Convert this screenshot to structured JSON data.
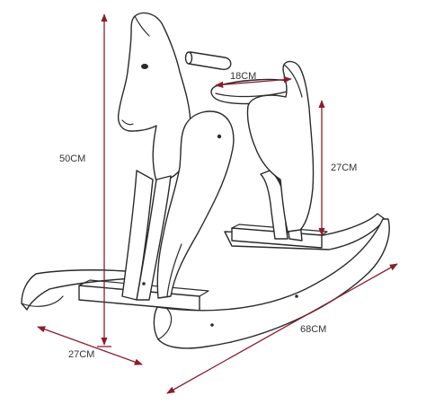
{
  "dimensions": {
    "height_total": "50CM",
    "seat_to_base": "27CM",
    "seat_width": "18CM",
    "base_width": "27CM",
    "rocker_length": "68CM"
  },
  "colors": {
    "dimension_line": "#8b1c2c",
    "outline": "#2a2a2a",
    "background": "#ffffff"
  }
}
